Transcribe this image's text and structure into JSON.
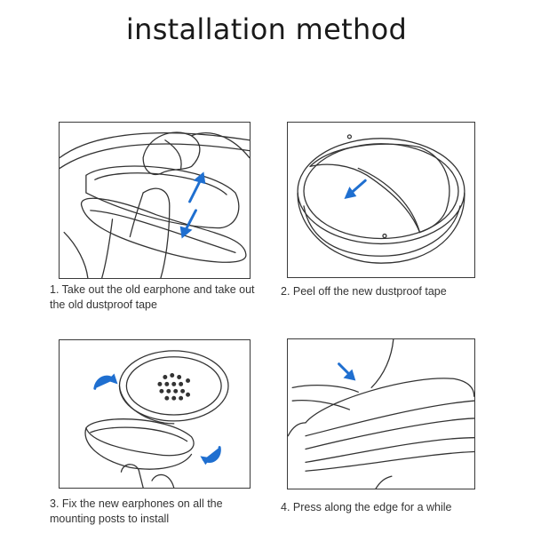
{
  "title": "installation method",
  "arrow_color": "#1f6fd0",
  "steps": [
    {
      "caption": "1. Take out the old earphone and take out the old dustproof tape",
      "icon": "hand-removing-ear-pad"
    },
    {
      "caption": "2. Peel off the new dustproof tape",
      "icon": "peeling-tape"
    },
    {
      "caption": "3. Fix the new earphones on all the mounting posts to install",
      "icon": "attaching-ear-pad"
    },
    {
      "caption": "4. Press along the edge for a while",
      "icon": "pressing-edge"
    }
  ]
}
